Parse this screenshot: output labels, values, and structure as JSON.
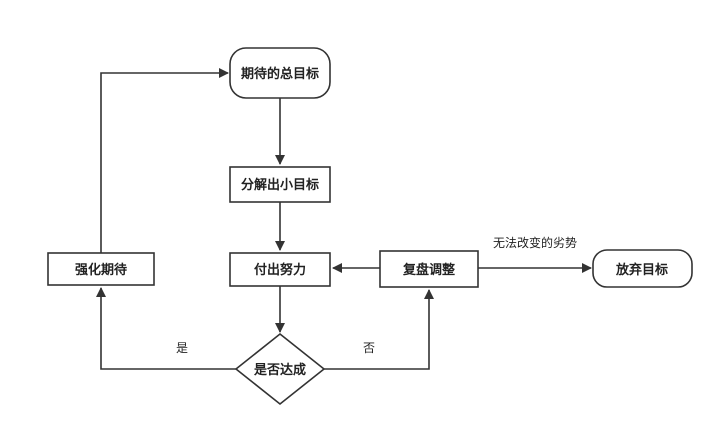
{
  "nodes": {
    "goal": {
      "label": "期待的总目标"
    },
    "decompose": {
      "label": "分解出小目标"
    },
    "effort": {
      "label": "付出努力"
    },
    "strengthen": {
      "label": "强化期待"
    },
    "review": {
      "label": "复盘调整"
    },
    "giveup": {
      "label": "放弃目标"
    },
    "achieved": {
      "label": "是否达成"
    }
  },
  "edges": {
    "yes": {
      "label": "是"
    },
    "no": {
      "label": "否"
    },
    "disadvantage": {
      "label": "无法改变的劣势"
    }
  },
  "colors": {
    "stroke": "#333333",
    "fill": "#ffffff",
    "text": "#222222"
  }
}
